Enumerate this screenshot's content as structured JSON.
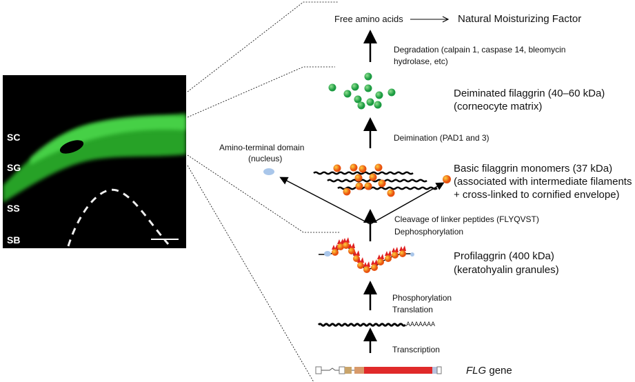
{
  "micrograph": {
    "layer_labels": [
      "SC",
      "SG",
      "SS",
      "SB"
    ],
    "fluorescence_color": "#3ad13a"
  },
  "steps": {
    "free_amino_acids": "Free amino acids",
    "nmf": "Natural Moisturizing Factor",
    "degradation": [
      "Degradation  (calpain 1, caspase 14, bleomycin",
      "hydrolase, etc)"
    ],
    "deiminated": [
      "Deiminated filaggrin (40–60 kDa)",
      "(corneocyte matrix)"
    ],
    "deimination": "Deimination  (PAD1 and 3)",
    "amino_terminal": [
      "Amino-terminal domain",
      "(nucleus)"
    ],
    "monomers": [
      "Basic filaggrin monomers (37 kDa)",
      "(associated with intermediate filaments",
      "+ cross-linked to cornified envelope)"
    ],
    "cleavage": [
      "Cleavage of linker peptides (FLYQVST)",
      "Dephosphorylation"
    ],
    "profilaggrin": [
      "Profilaggrin (400 kDa)",
      "(keratohyalin granules)"
    ],
    "phosphorylation": [
      "Phosphorylation",
      "Translation"
    ],
    "polya": "AAAAAAA",
    "transcription": "Transcription",
    "gene_italic": "FLG",
    "gene_suffix": " gene"
  },
  "colors": {
    "green": "#2fae4e",
    "orange": "#f07a1a",
    "red": "#e02020",
    "blue": "#a9c6ea"
  }
}
